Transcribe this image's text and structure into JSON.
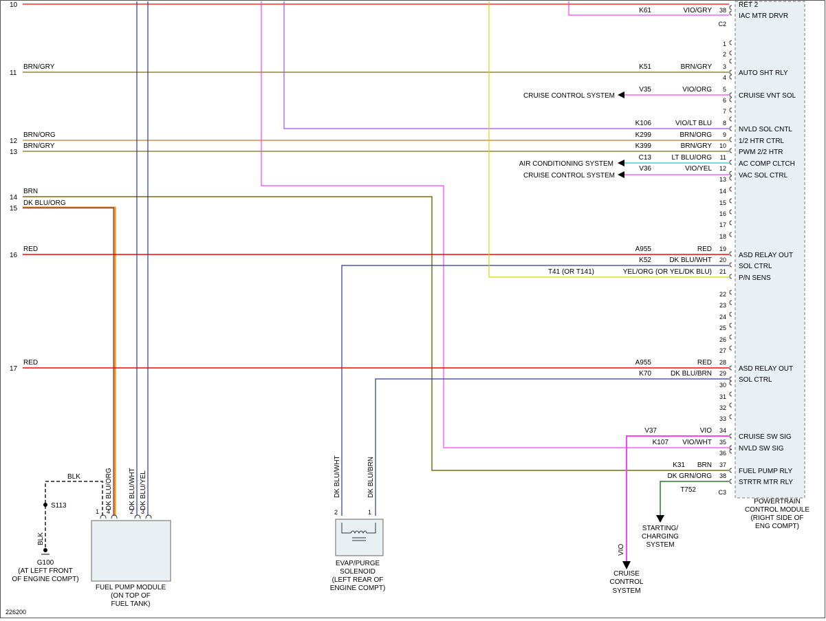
{
  "figure_id": "226200",
  "colors": {
    "violet": "#a050f0",
    "pink": "#ff40ff",
    "brown": "#7a6a10",
    "red": "#ff0000",
    "orange": "#ff8c00",
    "dark_blue": "#2a3a90",
    "yellow": "#d8d800",
    "cyan": "#20c8c8",
    "dark_green": "#2a7a2a",
    "gray": "#5a5a5a",
    "module_fill": "#e8f0f4"
  },
  "row_numbers": [
    "10",
    "11",
    "12",
    "13",
    "14",
    "15",
    "16",
    "17"
  ],
  "pins": {
    "1": "1",
    "2": "2",
    "3": "3",
    "4": "4",
    "5": "5",
    "6": "6",
    "7": "7",
    "8": "8",
    "9": "9",
    "10": "10",
    "11": "11",
    "12": "12",
    "13": "13",
    "14": "14",
    "15": "15",
    "16": "16",
    "17": "17",
    "18": "18",
    "19": "19",
    "20": "20",
    "21": "21",
    "22": "22",
    "23": "23",
    "24": "24",
    "25": "25",
    "26": "26",
    "27": "27",
    "28": "28",
    "29": "29",
    "30": "30",
    "31": "31",
    "32": "32",
    "33": "33",
    "34": "34",
    "35": "35",
    "36": "36",
    "37": "37",
    "38": "38",
    "c2_38": "38"
  },
  "circuits": {
    "k61": "K61",
    "k51": "K51",
    "v35": "V35",
    "k106": "K106",
    "k299": "K299",
    "k399": "K399",
    "c13": "C13",
    "v36": "V36",
    "a955": "A955",
    "k52": "K52",
    "t41": "T41 (OR T141)",
    "k70": "K70",
    "v37": "V37",
    "k107": "K107",
    "k31": "K31",
    "t752": "T752"
  },
  "wire_colors": {
    "vio_gry": "VIO/GRY",
    "brn_gry": "BRN/GRY",
    "vio_org": "VIO/ORG",
    "vio_lt_blu": "VIO/LT BLU",
    "brn_org": "BRN/ORG",
    "lt_blu_org": "LT BLU/ORG",
    "vio_yel": "VIO/YEL",
    "red": "RED",
    "dk_blu_wht": "DK BLU/WHT",
    "yel_org": "YEL/ORG (OR YEL/DK BLU)",
    "dk_blu_brn": "DK BLU/BRN",
    "vio": "VIO",
    "vio_wht": "VIO/WHT",
    "brn": "BRN",
    "dk_grn_org": "DK GRN/ORG",
    "dk_blu_org": "DK BLU/ORG",
    "blk": "BLK",
    "dk_blu_yel": "DK BLU/YEL"
  },
  "pcm_functions": {
    "ret2": "RET 2",
    "iac": "IAC MTR DRVR",
    "auto_sht": "AUTO SHT RLY",
    "cruise_vnt": "CRUISE VNT SOL",
    "nvld_sol": "NVLD SOL CNTL",
    "htr_ctrl": "1/2 HTR CTRL",
    "pwm_htr": "PWM 2/2 HTR",
    "ac_comp": "AC COMP CLTCH",
    "vac_sol": "VAC SOL CTRL",
    "asd": "ASD RELAY OUT",
    "sol_ctrl": "SOL CTRL",
    "pn_sens": "P/N SENS",
    "cruise_sw": "CRUISE SW SIG",
    "nvld_sw": "NVLD SW SIG",
    "fuel_pump": "FUEL PUMP RLY",
    "strtr": "STRTR MTR RLY"
  },
  "connectors": {
    "c2": "C2",
    "c3": "C3"
  },
  "pcm_label": [
    "POWERTRAIN",
    "CONTROL MODULE",
    "(RIGHT SIDE OF",
    "ENG COMPT)"
  ],
  "destinations": {
    "cruise_control_system": "CRUISE CONTROL SYSTEM",
    "air_conditioning_system": "AIR CONDITIONING SYSTEM",
    "starting": [
      "STARTING/",
      "CHARGING",
      "SYSTEM"
    ],
    "cruise_bottom": [
      "CRUISE",
      "CONTROL",
      "SYSTEM"
    ]
  },
  "fuel_pump_module": [
    "FUEL PUMP MODULE",
    "(ON TOP OF",
    "FUEL TANK)"
  ],
  "fuel_pump_pins": {
    "p1": "1",
    "p4": "4",
    "p2": "2",
    "p3": "3"
  },
  "evap": [
    "EVAP/PURGE",
    "SOLENOID",
    "(LEFT REAR OF",
    "ENGINE COMPT)"
  ],
  "evap_pins": {
    "p2": "2",
    "p1": "1"
  },
  "splice": "S113",
  "ground": [
    "G100",
    "(AT LEFT FRONT",
    "OF ENGINE COMPT)"
  ]
}
